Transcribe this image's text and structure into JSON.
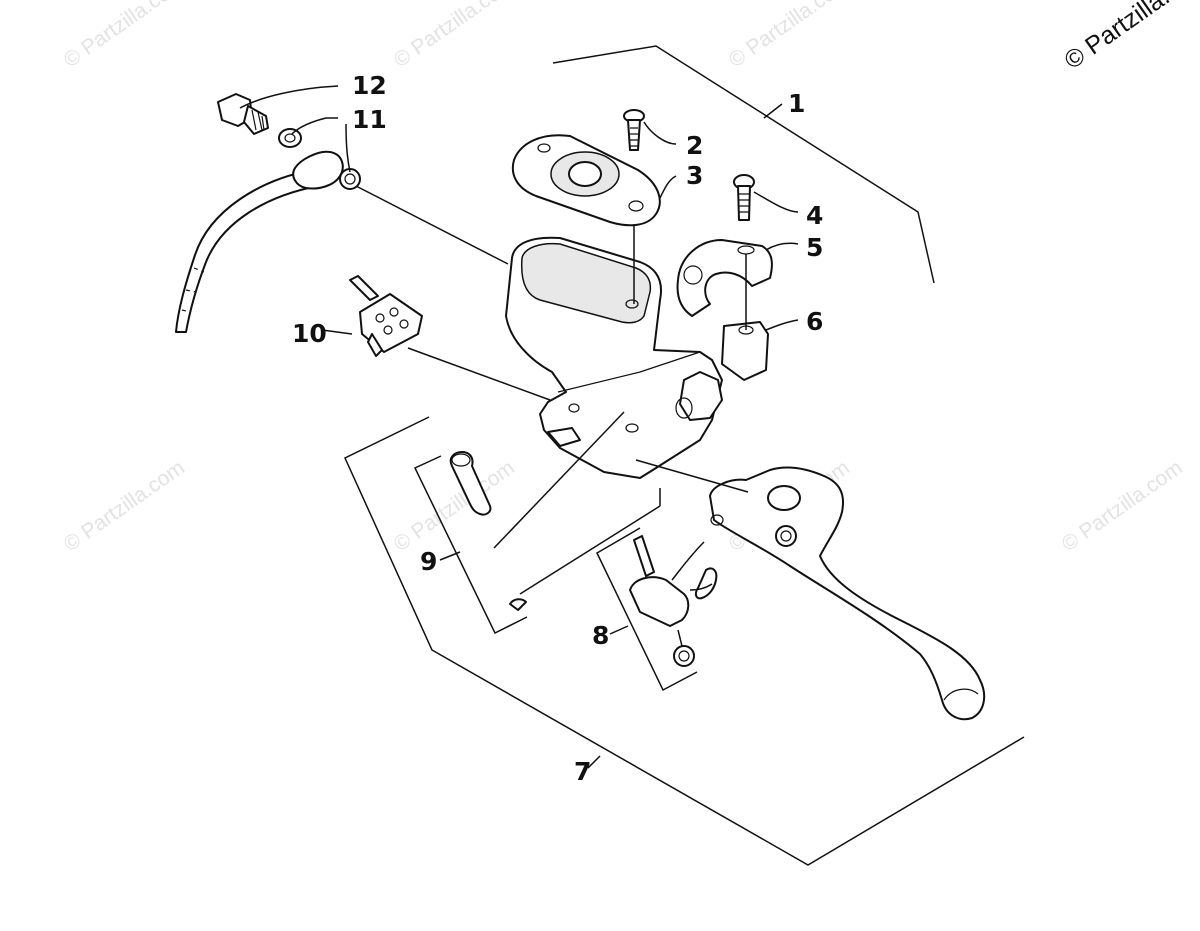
{
  "watermarks": [
    "© Partzilla.com",
    "© Partzilla.com",
    "© Partzilla.com",
    "© Partzilla.com",
    "© Partzilla.com",
    "© Partzilla.com",
    "© Partzilla.com"
  ],
  "copyright": "© Partzilla.com",
  "callouts": [
    "1",
    "2",
    "3",
    "4",
    "5",
    "6",
    "7",
    "8",
    "9",
    "10",
    "11",
    "12"
  ],
  "colors": {
    "line": "#111111",
    "watermark": "#e3e3e3",
    "background": "#ffffff"
  }
}
